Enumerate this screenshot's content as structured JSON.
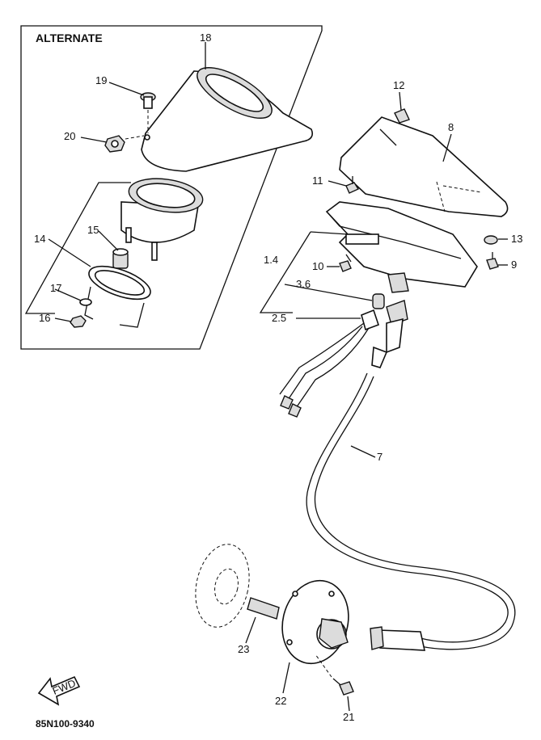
{
  "alternate_box": {
    "title": "ALTERNATE"
  },
  "footer": {
    "code": "85N100-9340",
    "fwd_label": "FWD"
  },
  "callouts": [
    {
      "id": "c18",
      "text": "18"
    },
    {
      "id": "c19",
      "text": "19"
    },
    {
      "id": "c20",
      "text": "20"
    },
    {
      "id": "c14",
      "text": "14"
    },
    {
      "id": "c15",
      "text": "15"
    },
    {
      "id": "c17",
      "text": "17"
    },
    {
      "id": "c16",
      "text": "16"
    },
    {
      "id": "c12",
      "text": "12"
    },
    {
      "id": "c8",
      "text": "8"
    },
    {
      "id": "c11",
      "text": "11"
    },
    {
      "id": "c13",
      "text": "13"
    },
    {
      "id": "c9",
      "text": "9"
    },
    {
      "id": "c1_4",
      "text": "1.4"
    },
    {
      "id": "c10",
      "text": "10"
    },
    {
      "id": "c3_6",
      "text": "3.6"
    },
    {
      "id": "c2_5",
      "text": "2.5"
    },
    {
      "id": "c7",
      "text": "7"
    },
    {
      "id": "c23",
      "text": "23"
    },
    {
      "id": "c22",
      "text": "22"
    },
    {
      "id": "c21",
      "text": "21"
    }
  ]
}
